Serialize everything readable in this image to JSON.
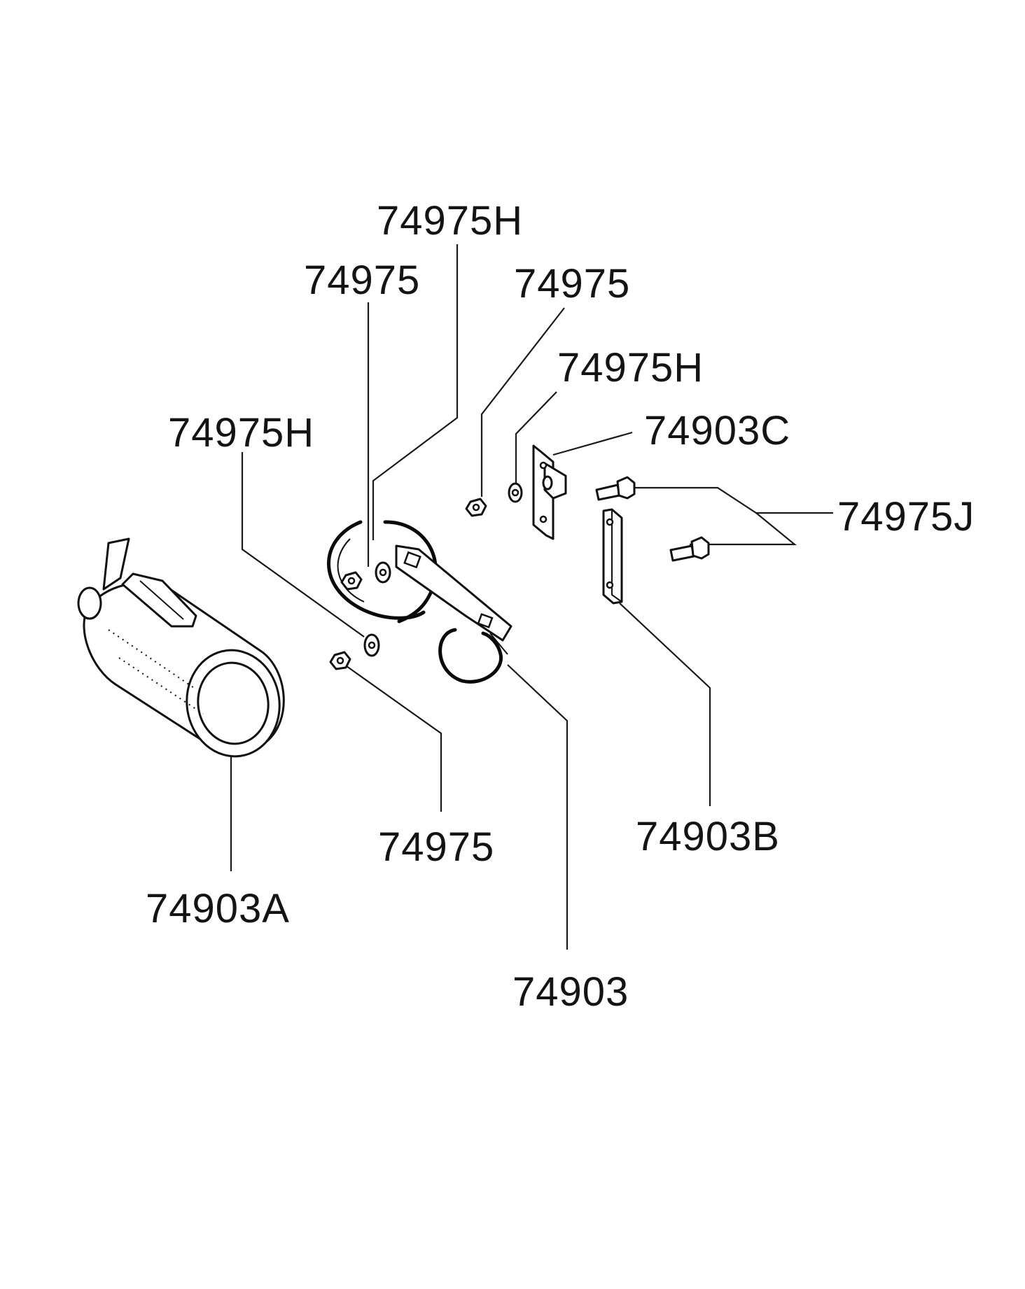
{
  "labels": {
    "top_band_connector": "74975H",
    "top_band_nut": "74975",
    "upper_right_nut": "74975",
    "upper_right_washer": "74975H",
    "latch_bracket": "74903C",
    "left_washer": "74975H",
    "bolts": "74975J",
    "lower_nut": "74975",
    "mounting_plate": "74903B",
    "extinguisher": "74903A",
    "bracket_assembly": "74903"
  }
}
